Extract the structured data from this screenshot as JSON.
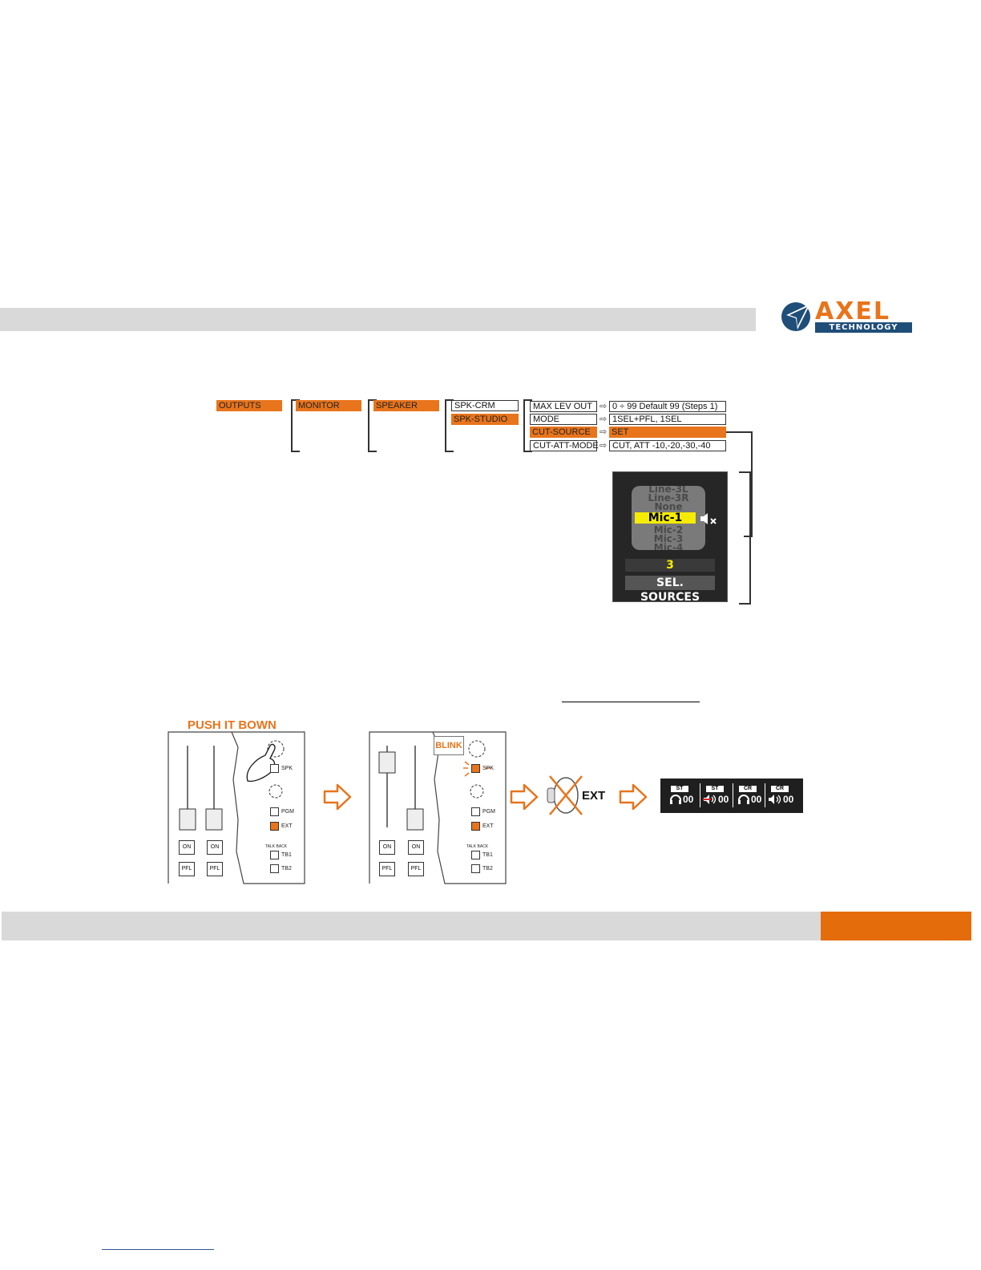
{
  "logo": {
    "word": "AXEL",
    "sub": "TECHNOLOGY"
  },
  "menu": {
    "outputs": "OUTPUTS",
    "monitor": "MONITOR",
    "speaker": "SPEAKER",
    "spk_crm": "SPK-CRM",
    "spk_studio": "SPK-STUDIO",
    "params": [
      {
        "name": "MAX LEV OUT",
        "value": "0 ÷ 99 Default 99 (Steps 1)"
      },
      {
        "name": "MODE",
        "value": "1SEL+PFL, 1SEL"
      },
      {
        "name": "CUT-SOURCE",
        "value": "SET"
      },
      {
        "name": "CUT-ATT-MODE",
        "value": "CUT, ATT -10,-20,-30,-40"
      }
    ]
  },
  "lcd": {
    "list_above": [
      "Line-3L",
      "Line-3R",
      "None"
    ],
    "selected": "Mic-1",
    "list_below": [
      "Mic-2",
      "Mic-3",
      "Mic-4"
    ],
    "count": "3",
    "label": "SEL. SOURCES",
    "icon": "speaker-muted-icon"
  },
  "steps": {
    "push_label": "PUSH IT BOWN",
    "blink_label": "BLINK",
    "ext_label": "EXT",
    "panel": {
      "spk": "SPK",
      "pgm": "PGM",
      "ext": "EXT",
      "on": "ON",
      "pfl": "PFL",
      "talkback": "TALK BACK",
      "tb1": "TB1",
      "tb2": "TB2"
    }
  },
  "meter": [
    {
      "tag": "ST",
      "icon": "headphones-icon",
      "value": "00"
    },
    {
      "tag": "ST",
      "icon": "speaker-cut-icon",
      "value": "00"
    },
    {
      "tag": "CR",
      "icon": "headphones-icon",
      "value": "00"
    },
    {
      "tag": "CR",
      "icon": "speaker-icon",
      "value": "00"
    }
  ],
  "colors": {
    "accent": "#e8741c",
    "bar": "#d9d9d9",
    "lcd_bg": "#262626",
    "highlight": "#f5ec00"
  }
}
